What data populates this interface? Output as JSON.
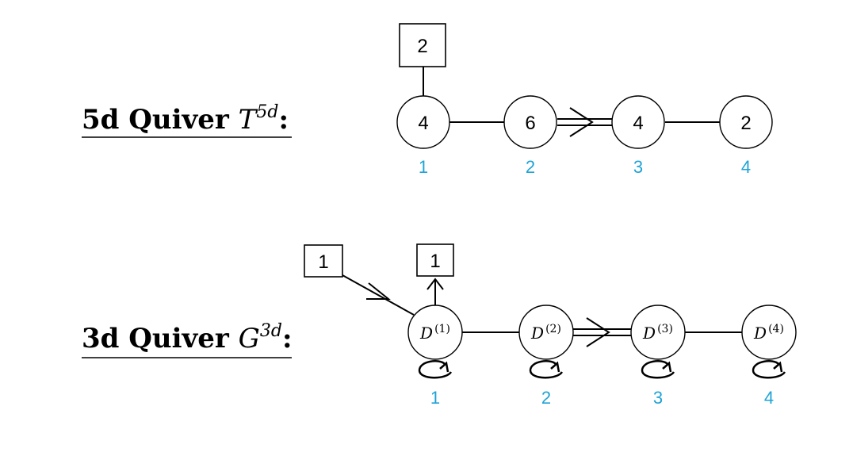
{
  "colors": {
    "index": "#1fa3d6",
    "line": "#000000"
  },
  "quiver_5d": {
    "title_bold": "5d Quiver",
    "title_symbol": "T",
    "title_sup": "5d",
    "title_colon": ":",
    "flavor": "2",
    "nodes": [
      {
        "label": "4",
        "index": "1"
      },
      {
        "label": "6",
        "index": "2"
      },
      {
        "label": "4",
        "index": "3"
      },
      {
        "label": "2",
        "index": "4"
      }
    ]
  },
  "quiver_3d": {
    "title_bold": "3d Quiver",
    "title_symbol": "G",
    "title_sup": "3d",
    "title_colon": ":",
    "flavor_in": "1",
    "flavor_out": "1",
    "nodes": [
      {
        "label": "D",
        "sup": "(1)",
        "index": "1"
      },
      {
        "label": "D",
        "sup": "(2)",
        "index": "2"
      },
      {
        "label": "D",
        "sup": "(3)",
        "index": "3"
      },
      {
        "label": "D",
        "sup": "(4)",
        "index": "4"
      }
    ]
  }
}
